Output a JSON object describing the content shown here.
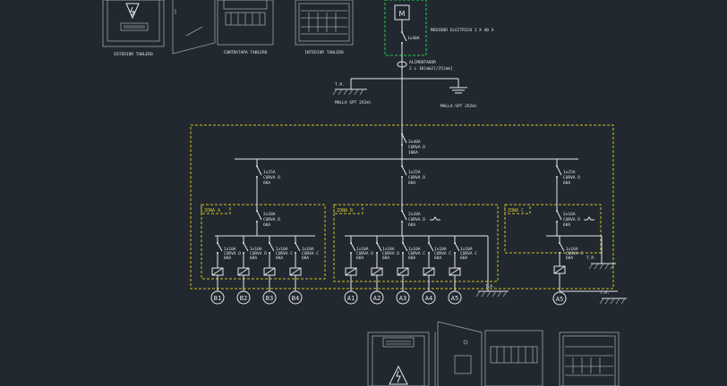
{
  "cabinet_views": {
    "exterior": "EXTERIOR TABLERO",
    "contratapa": "CONTRATAPA TABLERO",
    "interior": "INTERIOR TABLERO"
  },
  "meter": {
    "symbol": "M",
    "label": "MEDIDOR ELECTRICO 1 X 40 A",
    "breaker": "1x40A"
  },
  "feeder": {
    "title": "ALIMENTADOR",
    "spec": "2 x 10[mm2]/25[mm]"
  },
  "grounds": {
    "left": "MALLA SPT 2X2ml",
    "right": "MALLA SPT 2X2ml",
    "tp": "T.P."
  },
  "main_breaker": [
    "2x40A",
    "CURVA D",
    "10KA"
  ],
  "zones": [
    {
      "name": "ZONA A",
      "upstream": [
        "1x25A",
        "CURVA D",
        "6KA"
      ],
      "diff": [
        "2x20A",
        "CURVA D",
        "6KA"
      ],
      "circuits": [
        {
          "id": "B1",
          "spec": [
            "1x10A",
            "CURVA D",
            "6KA"
          ]
        },
        {
          "id": "B2",
          "spec": [
            "1x10A",
            "CURVA D",
            "6KA"
          ]
        },
        {
          "id": "B3",
          "spec": [
            "1x10A",
            "CURVA C",
            "6KA"
          ]
        },
        {
          "id": "B4",
          "spec": [
            "1x10A",
            "CURVA C",
            "6KA"
          ]
        }
      ]
    },
    {
      "name": "ZONA B",
      "upstream": [
        "1x25A",
        "CURVA D",
        "6KA"
      ],
      "diff": [
        "2x20A",
        "CURVA D",
        "6KA"
      ],
      "circuits": [
        {
          "id": "A1",
          "spec": [
            "1x10A",
            "CURVA D",
            "6KA"
          ]
        },
        {
          "id": "A2",
          "spec": [
            "1x10A",
            "CURVA D",
            "6KA"
          ]
        },
        {
          "id": "A3",
          "spec": [
            "1x10A",
            "CURVA C",
            "6KA"
          ]
        },
        {
          "id": "A4",
          "spec": [
            "1x10A",
            "CURVA C",
            "6KA"
          ]
        },
        {
          "id": "A5",
          "spec": [
            "1x10A",
            "CURVA C",
            "6KA"
          ]
        }
      ]
    },
    {
      "name": "ZONA C",
      "upstream": [
        "1x25A",
        "CURVA D",
        "6KA"
      ],
      "diff": [
        "2x16A",
        "CURVA D",
        "6KA"
      ],
      "circuits": [
        {
          "id": "A5",
          "spec": [
            "1x16A",
            "CURVA C",
            "6KA"
          ]
        }
      ]
    }
  ]
}
